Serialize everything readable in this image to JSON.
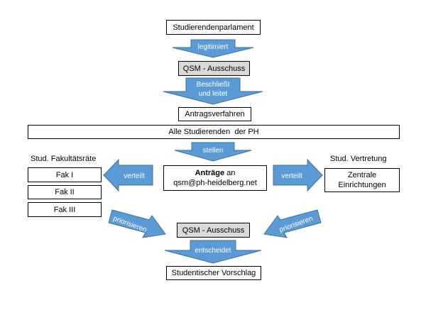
{
  "colors": {
    "arrow_fill": "#5b9bd5",
    "arrow_stroke": "#41719c",
    "grey_box": "#d9d9d9"
  },
  "nodes": {
    "studierendenparlament": "Studierendenparlament",
    "qsm_top": "QSM - Ausschuss",
    "antragsverfahren": "Antragsverfahren",
    "alle_studierenden": "Alle Studierenden  der PH",
    "antraege_bold": "Anträge",
    "antraege_rest": " an",
    "antraege_email": "qsm@ph-heidelberg.net",
    "fak1": "Fak I",
    "fak2": "Fak II",
    "fak3": "Fak III",
    "zentrale": "Zentrale Einrichtungen",
    "qsm_bottom": "QSM - Ausschuss",
    "vorschlag": "Studentischer Vorschlag"
  },
  "labels": {
    "fakultaetsraete": "Stud. Fakultätsräte",
    "vertretung": "Stud. Vertretung"
  },
  "arrows": {
    "legitimiert": "legitimiert",
    "beschliesst_1": "Beschließt",
    "beschliesst_2": "und leitet",
    "stellen": "stellen",
    "verteilt_left": "verteilt",
    "verteilt_right": "verteilt",
    "priorisieren_left": "priorisieren",
    "priorisieren_right": "priorisieren",
    "entscheidet": "entscheidet"
  }
}
